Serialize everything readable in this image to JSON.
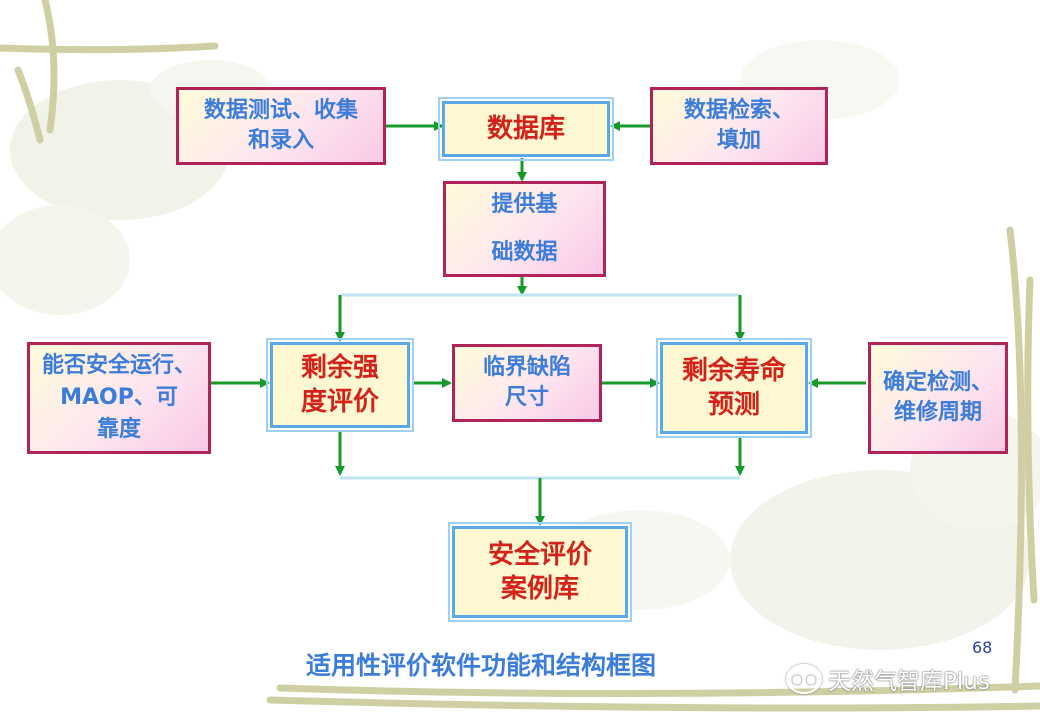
{
  "boxes": {
    "data_collection": [
      "数据测试、收集",
      "和录入"
    ],
    "database": [
      "数据库"
    ],
    "data_retrieval": [
      "数据检索、",
      "填加"
    ],
    "basic_data": [
      "提供基",
      "础数据"
    ],
    "safe_operation": [
      "能否安全运行、",
      "MAOP、可",
      "靠度"
    ],
    "strength_eval": [
      "剩余强",
      "度评价"
    ],
    "critical_defect": [
      "临界缺陷",
      "尺寸"
    ],
    "life_prediction": [
      "剩余寿命",
      "预测"
    ],
    "inspection_cycle": [
      "确定检测、",
      "维修周期"
    ],
    "case_library": [
      "安全评价",
      "案例库"
    ]
  },
  "caption": "适用性评价软件功能和结构框图",
  "page_number": "68",
  "watermark": "天然气智库Plus",
  "colors": {
    "arrow": "#179a2a",
    "pink_border": "#b0245a",
    "cream_border": "#5aa8e6",
    "red_text": "#d2231a",
    "blue_text": "#3b7dd8"
  },
  "icons": [
    "wechat-icon"
  ]
}
